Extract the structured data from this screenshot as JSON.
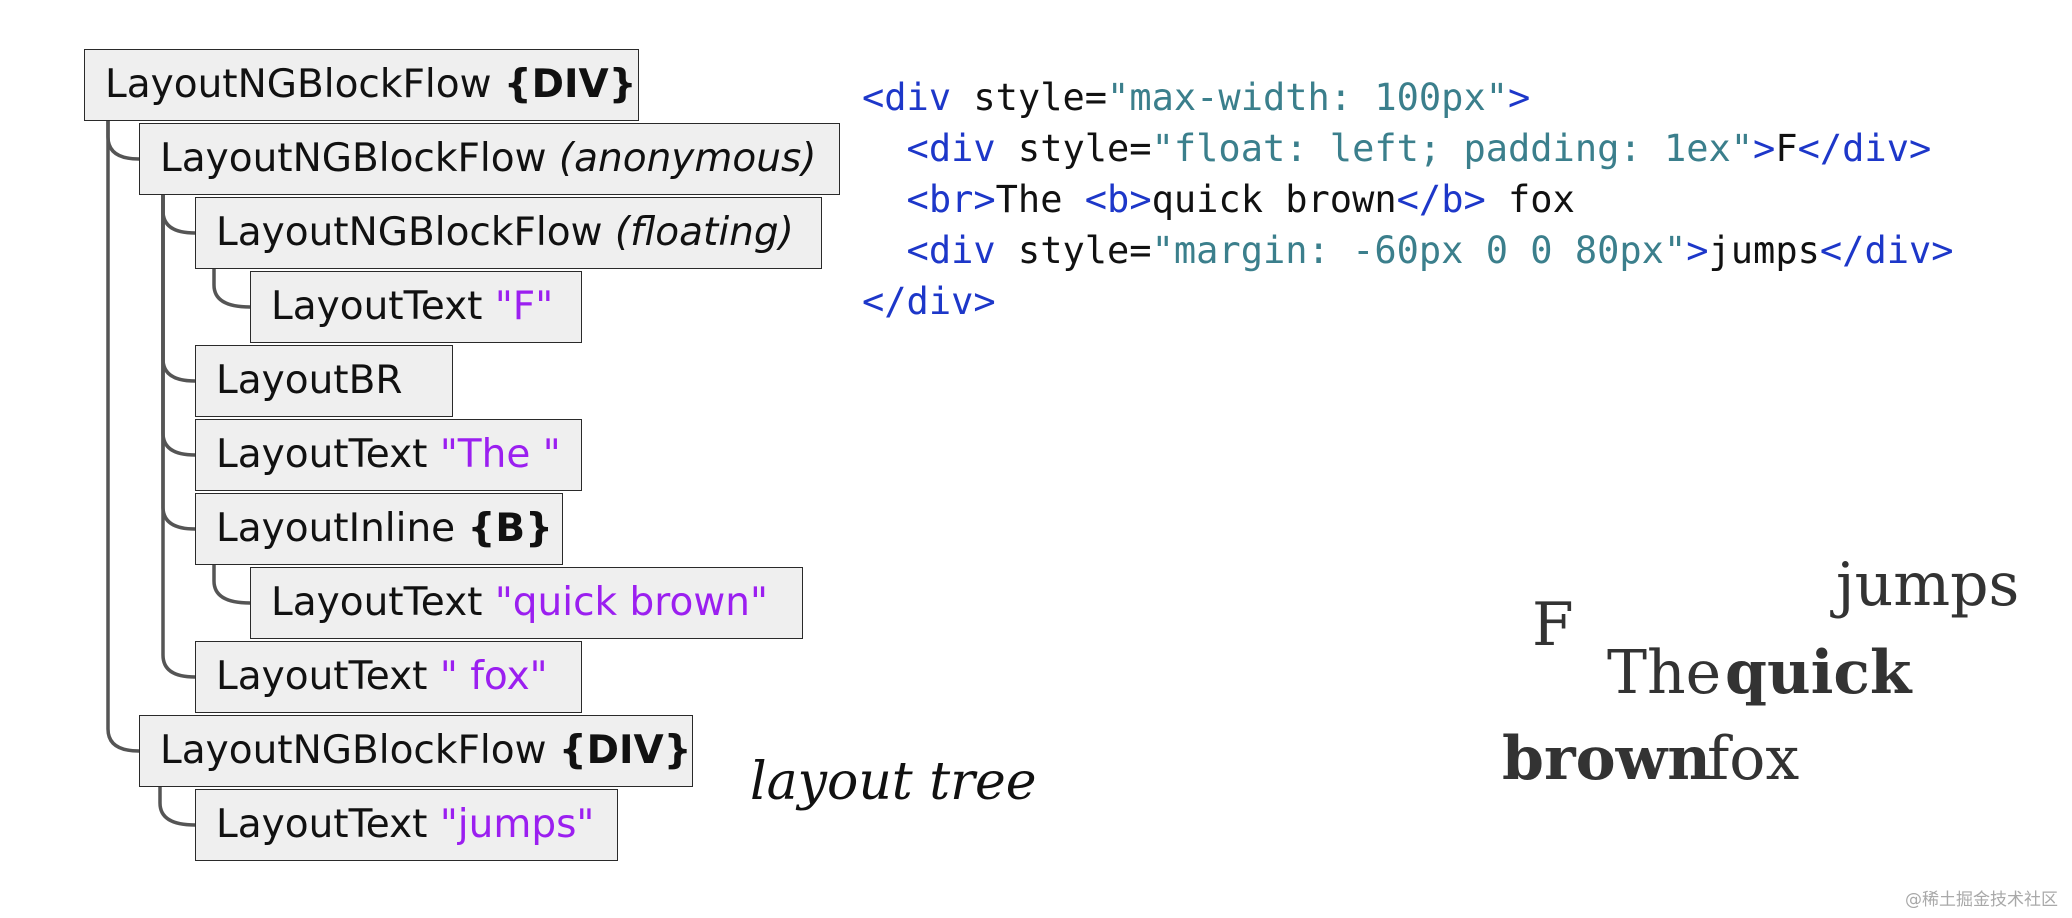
{
  "tree": {
    "caption": "layout tree",
    "nodes": [
      {
        "kind": "LayoutNGBlockFlow",
        "extra": "{DIV}",
        "extra_style": "tag"
      },
      {
        "kind": "LayoutNGBlockFlow",
        "extra": "(anonymous)",
        "extra_style": "note"
      },
      {
        "kind": "LayoutNGBlockFlow",
        "extra": "(floating)",
        "extra_style": "note"
      },
      {
        "kind": "LayoutText",
        "extra": "\"F\"",
        "extra_style": "q"
      },
      {
        "kind": "LayoutBR",
        "extra": "",
        "extra_style": ""
      },
      {
        "kind": "LayoutText",
        "extra": "\"The \"",
        "extra_style": "q"
      },
      {
        "kind": "LayoutInline",
        "extra": "{B}",
        "extra_style": "tag"
      },
      {
        "kind": "LayoutText",
        "extra": "\"quick brown\"",
        "extra_style": "q"
      },
      {
        "kind": "LayoutText",
        "extra": "\" fox\"",
        "extra_style": "q"
      },
      {
        "kind": "LayoutNGBlockFlow",
        "extra": "{DIV}",
        "extra_style": "tag"
      },
      {
        "kind": "LayoutText",
        "extra": "\"jumps\"",
        "extra_style": "q"
      }
    ]
  },
  "code": {
    "lines": [
      [
        {
          "t": "<div",
          "c": "tag"
        },
        {
          "t": " style=",
          "c": "attr"
        },
        {
          "t": "\"max-width: 100px\"",
          "c": "val"
        },
        {
          "t": ">",
          "c": "tag"
        }
      ],
      [
        {
          "t": "  <div",
          "c": "tag"
        },
        {
          "t": " style=",
          "c": "attr"
        },
        {
          "t": "\"float: left; padding: 1ex\"",
          "c": "val"
        },
        {
          "t": ">",
          "c": "tag"
        },
        {
          "t": "F",
          "c": "text"
        },
        {
          "t": "</div>",
          "c": "tag"
        }
      ],
      [
        {
          "t": "  <br>",
          "c": "tag"
        },
        {
          "t": "The ",
          "c": "text"
        },
        {
          "t": "<b>",
          "c": "tag"
        },
        {
          "t": "quick brown",
          "c": "text"
        },
        {
          "t": "</b>",
          "c": "tag"
        },
        {
          "t": " fox",
          "c": "text"
        }
      ],
      [
        {
          "t": "  <div",
          "c": "tag"
        },
        {
          "t": " style=",
          "c": "attr"
        },
        {
          "t": "\"margin: -60px 0 0 80px\"",
          "c": "val"
        },
        {
          "t": ">",
          "c": "tag"
        },
        {
          "t": "jumps",
          "c": "text"
        },
        {
          "t": "</div>",
          "c": "tag"
        }
      ],
      [
        {
          "t": "</div>",
          "c": "tag"
        }
      ]
    ]
  },
  "rendered": {
    "float_letter": "F",
    "jumps": "jumps",
    "the": "The",
    "quick": "quick",
    "brown": "brown",
    "fox": "fox"
  },
  "watermark": "@稀土掘金技术社区"
}
